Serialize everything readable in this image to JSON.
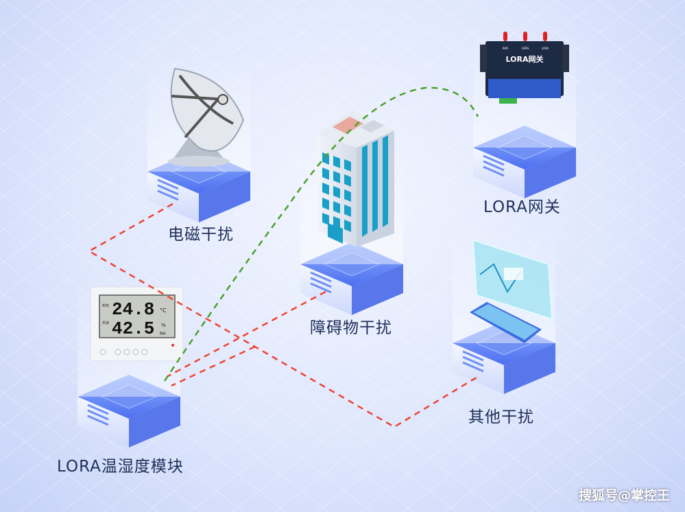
{
  "labels": {
    "emi": "电磁干扰",
    "gateway": "LORA网关",
    "obstacle": "障碍物干扰",
    "other": "其他干扰",
    "sensor": "LORA温湿度模块"
  },
  "sensor_display": {
    "temp": "24.8",
    "temp_unit": "°C",
    "humidity": "42.5",
    "hum_unit": "%",
    "hum_unit2": "RH",
    "temp_tag": "制热",
    "hum_tag": "高速"
  },
  "gateway_device": {
    "title": "LORA网关",
    "antennas": [
      "WIFI",
      "GPRS",
      "LORA"
    ]
  },
  "watermark": "搜狐号@掌控王",
  "colors": {
    "interference": "#ee4433",
    "signal": "#4aa02a",
    "platform": "#5b7df0"
  }
}
